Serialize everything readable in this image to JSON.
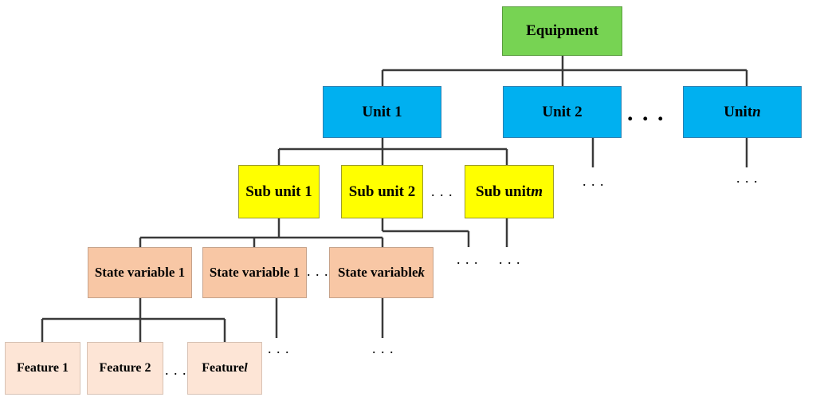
{
  "root": {
    "label": "Equipment"
  },
  "units": [
    {
      "label": "Unit 1",
      "label_italic": ""
    },
    {
      "label": "Unit 2",
      "label_italic": ""
    },
    {
      "label": "Unit ",
      "label_italic": "n"
    }
  ],
  "sub_units": [
    {
      "label": "Sub unit 1",
      "label_italic": ""
    },
    {
      "label": "Sub unit 2",
      "label_italic": ""
    },
    {
      "label": "Sub unit ",
      "label_italic": "m"
    }
  ],
  "state_variables": [
    {
      "label": "State variable 1",
      "label_italic": ""
    },
    {
      "label": "State variable 1",
      "label_italic": ""
    },
    {
      "label": "State variable ",
      "label_italic": "k"
    }
  ],
  "features": [
    {
      "label": "Feature 1",
      "label_italic": ""
    },
    {
      "label": "Feature 2",
      "label_italic": ""
    },
    {
      "label": "Feature ",
      "label_italic": "l"
    }
  ],
  "ellipsis": {
    "big": ". . .",
    "small": ". . ."
  },
  "colors": {
    "equipment": "#77d353",
    "unit": "#00b0f0",
    "sub_unit": "#ffff00",
    "state_variable": "#f8c7a5",
    "feature": "#fde5d6",
    "connector": "#3a3a3a"
  }
}
